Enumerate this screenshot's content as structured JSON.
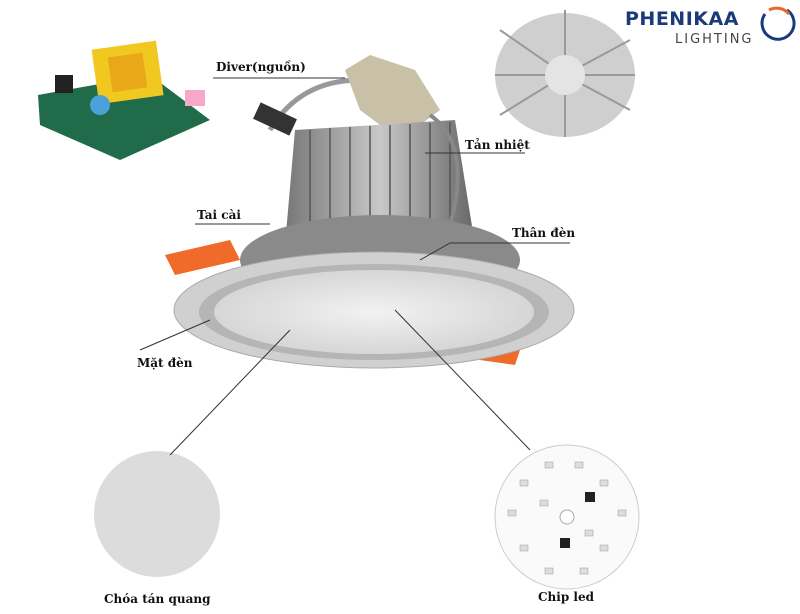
{
  "brand": {
    "name": "PHENIKAA",
    "sub": "LIGHTING",
    "navy": "#1a3a7a",
    "orange": "#e8692a"
  },
  "labels": {
    "driver": "Diver(nguồn)",
    "heatsink": "Tản nhiệt",
    "clip": "Tai cài",
    "body": "Thân đèn",
    "face": "Mặt đèn",
    "diffuser": "Chóa tán quang",
    "chip": "Chip led"
  }
}
